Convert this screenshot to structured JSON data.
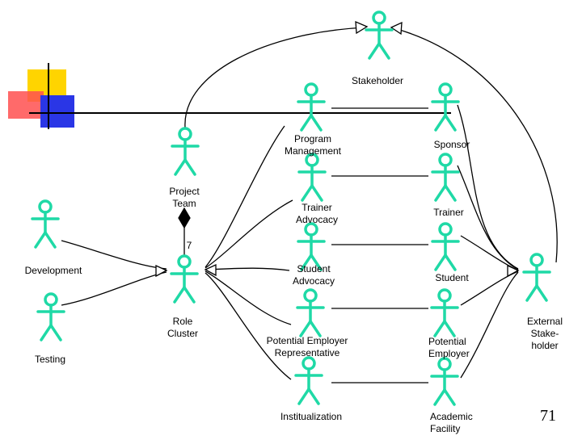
{
  "colors": {
    "actor": "#1fd9a6",
    "line": "#000000",
    "deco_yellow": "#ffd400",
    "deco_red": "#ff4040",
    "deco_blue": "#2430e0"
  },
  "actors": [
    {
      "id": "stakeholder",
      "label": "Stakeholder"
    },
    {
      "id": "program-management",
      "label": "Program Management"
    },
    {
      "id": "sponsor",
      "label": "Sponsor"
    },
    {
      "id": "project-team",
      "label": "Project Team"
    },
    {
      "id": "trainer-advocacy",
      "label": "Trainer Advocacy"
    },
    {
      "id": "trainer",
      "label": "Trainer"
    },
    {
      "id": "development",
      "label": "Development"
    },
    {
      "id": "role-cluster",
      "label": "Role Cluster"
    },
    {
      "id": "student-advocacy",
      "label": "Student Advocacy"
    },
    {
      "id": "student",
      "label": "Student"
    },
    {
      "id": "testing",
      "label": "Testing"
    },
    {
      "id": "potential-employer-representative",
      "label": "Potential Employer Representative"
    },
    {
      "id": "potential-employer",
      "label": "Potential Employer"
    },
    {
      "id": "external-stakeholder",
      "label": "External Stake-holder"
    },
    {
      "id": "institualization",
      "label": "Institualization"
    },
    {
      "id": "academic-facility",
      "label": "Academic Facility"
    }
  ],
  "multiplicity": "7",
  "page_number": "71"
}
